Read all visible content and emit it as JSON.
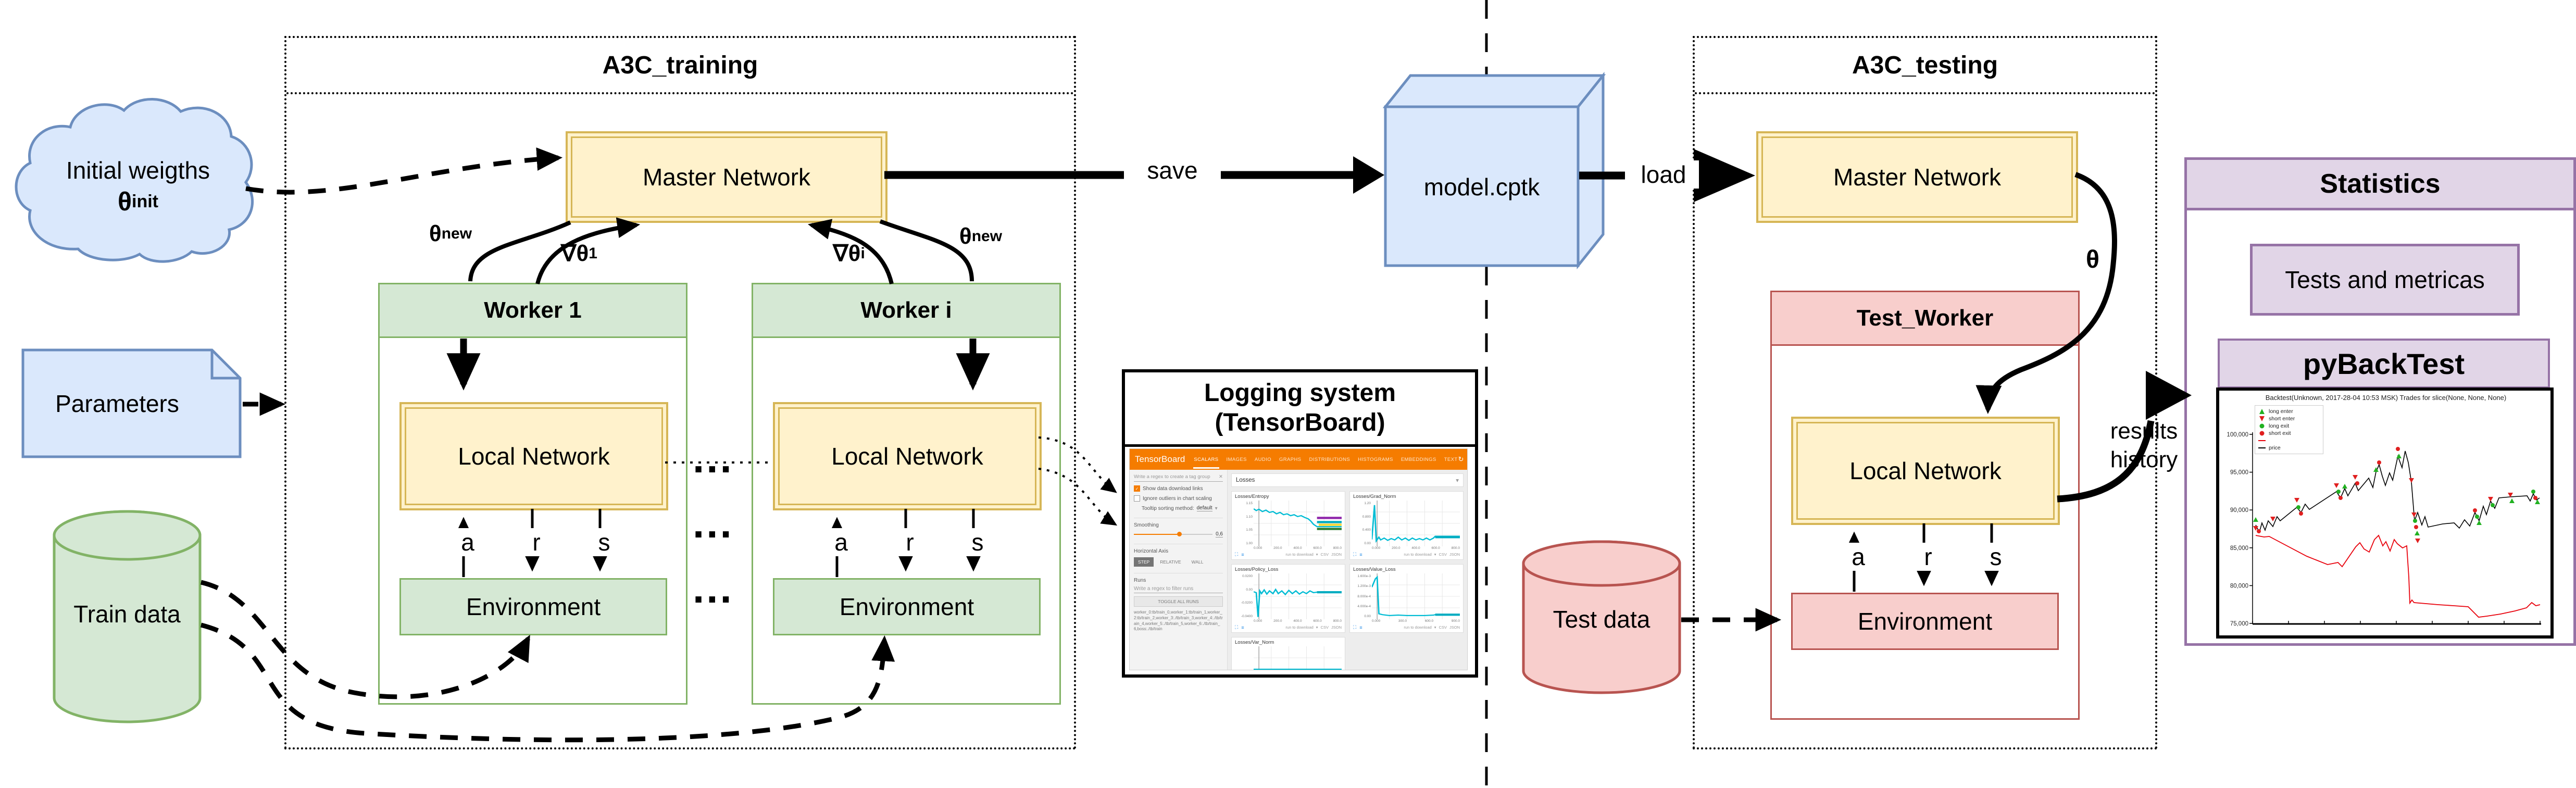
{
  "shapes": {
    "cloud": {
      "line1": "Initial weigths",
      "theta": "θ",
      "theta_sub": "init"
    },
    "parameters": {
      "label": "Parameters"
    },
    "train_data": {
      "label": "Train data"
    },
    "test_data": {
      "label": "Test data"
    },
    "model_file": {
      "label": "model.cptk"
    },
    "save_label": "save",
    "load_label": "load"
  },
  "training": {
    "title": "A3C_training",
    "master": "Master Network",
    "theta_new": {
      "base": "θ",
      "sub": "new"
    },
    "grad1": {
      "base": "∇θ",
      "sub": "1"
    },
    "gradi": {
      "base": "∇θ",
      "sub": "i"
    },
    "dots": "...",
    "ars": {
      "a": "a",
      "r": "r",
      "s": "s"
    },
    "workers": [
      {
        "title": "Worker 1",
        "local": "Local Network",
        "env": "Environment"
      },
      {
        "title": "Worker i",
        "local": "Local Network",
        "env": "Environment"
      }
    ]
  },
  "testing": {
    "title": "A3C_testing",
    "master": "Master Network",
    "theta": "θ",
    "worker": {
      "title": "Test_Worker",
      "local": "Local Network",
      "env": "Environment"
    },
    "results_line1": "results",
    "results_line2": "history"
  },
  "logging": {
    "title_line1": "Logging system",
    "title_line2": "(TensorBoard)",
    "tensorboard": {
      "brand": "TensorBoard",
      "tabs": [
        "SCALARS",
        "IMAGES",
        "AUDIO",
        "GRAPHS",
        "DISTRIBUTIONS",
        "HISTOGRAMS",
        "EMBEDDINGS",
        "TEXT"
      ],
      "icons": [
        "↻",
        "⚙",
        "?"
      ],
      "sidebar": {
        "regex_placeholder": "Write a regex to create a tag group",
        "clear_icon": "✕",
        "check1": "Show data download links",
        "check1_state": "checked",
        "check2": "Ignore outliers in chart scaling",
        "check2_state": "unchecked",
        "tooltip_label": "Tooltip sorting method:",
        "tooltip_value": "default",
        "dropdown_icon": "▾",
        "smoothing_label": "Smoothing",
        "smoothing_value": "0,6",
        "axis_label": "Horizontal Axis",
        "axis_buttons": [
          "STEP",
          "RELATIVE",
          "WALL"
        ],
        "runs_label": "Runs",
        "runs_placeholder": "Write a regex to filter runs",
        "toggle_button": "TOGGLE ALL RUNS",
        "runs_list": "worker_0:tb/train_0,worker_1:tb/train_1,worker_2:tb/train_2,worker_3:./tb/train_3,worker_4:./tb/train_4,worker_5:./tb/train_5,worker_6:./tb/train_6,boss:./tb/train"
      },
      "main": {
        "group_title": "Losses",
        "expand_icon": "▾",
        "download_label": "run to download",
        "csv": "CSV",
        "json": "JSON"
      }
    }
  },
  "statistics": {
    "title": "Statistics",
    "tests_label": "Tests and metricas",
    "pybacktest_title": "pyBackTest"
  },
  "chart_data": [
    {
      "id": "tensorboard_losses",
      "type": "line",
      "cards": [
        {
          "title": "Losses/Entropy",
          "yticks": [
            "1.15",
            "1.10",
            "1.05",
            "1.00"
          ],
          "xticks": [
            "0.000",
            "200.0",
            "400.0",
            "600.0",
            "800.0"
          ],
          "series": [
            [
              0,
              18
            ],
            [
              3,
              22
            ],
            [
              6,
              19
            ],
            [
              10,
              24
            ],
            [
              14,
              21
            ],
            [
              18,
              26
            ],
            [
              22,
              24
            ],
            [
              26,
              29
            ],
            [
              30,
              26
            ],
            [
              34,
              31
            ],
            [
              38,
              29
            ],
            [
              42,
              33
            ],
            [
              46,
              31
            ],
            [
              50,
              35
            ],
            [
              54,
              33
            ],
            [
              58,
              37
            ],
            [
              62,
              40
            ],
            [
              65,
              45
            ],
            [
              68,
              52
            ],
            [
              72,
              57
            ],
            [
              100,
              57
            ]
          ],
          "flags": [
            {
              "c": "#8E24AA",
              "y": 38,
              "x0": 72,
              "x1": 100
            },
            {
              "c": "#00ACC1",
              "y": 47,
              "x0": 72,
              "x1": 100
            },
            {
              "c": "#FDD835",
              "y": 53,
              "x0": 74,
              "x1": 100
            },
            {
              "c": "#2E7D32",
              "y": 62,
              "x0": 72,
              "x1": 100
            }
          ]
        },
        {
          "title": "Losses/Grad_Norm",
          "yticks": [
            "1.20",
            "0.800",
            "0.400",
            "0.00"
          ],
          "xticks": [
            "0.000",
            "200.0",
            "400.0",
            "600.0",
            "800.0"
          ],
          "series": [
            [
              0,
              85
            ],
            [
              3,
              10
            ],
            [
              5,
              88
            ],
            [
              8,
              80
            ],
            [
              10,
              86
            ],
            [
              14,
              82
            ],
            [
              18,
              87
            ],
            [
              22,
              83
            ],
            [
              26,
              86
            ],
            [
              30,
              80
            ],
            [
              34,
              86
            ],
            [
              38,
              82
            ],
            [
              42,
              87
            ],
            [
              46,
              82
            ],
            [
              50,
              86
            ],
            [
              54,
              83
            ],
            [
              58,
              86
            ],
            [
              62,
              82
            ],
            [
              66,
              86
            ],
            [
              70,
              82
            ],
            [
              72,
              78
            ],
            [
              100,
              78
            ]
          ],
          "flags": [
            {
              "c": "#00ACC1",
              "y": 80,
              "x0": 72,
              "x1": 100
            }
          ]
        },
        {
          "title": "Losses/Policy_Loss",
          "yticks": [
            "0.0200",
            "0.00",
            "-0.0200",
            "-0.0400"
          ],
          "xticks": [
            "0.000",
            "200.0",
            "400.0",
            "600.0",
            "800.0"
          ],
          "series": [
            [
              0,
              40
            ],
            [
              3,
              42
            ],
            [
              5,
              95
            ],
            [
              7,
              38
            ],
            [
              9,
              44
            ],
            [
              12,
              36
            ],
            [
              15,
              45
            ],
            [
              18,
              38
            ],
            [
              22,
              44
            ],
            [
              25,
              35
            ],
            [
              28,
              44
            ],
            [
              32,
              38
            ],
            [
              36,
              46
            ],
            [
              40,
              37
            ],
            [
              44,
              44
            ],
            [
              48,
              38
            ],
            [
              52,
              45
            ],
            [
              56,
              40
            ],
            [
              60,
              44
            ],
            [
              64,
              38
            ],
            [
              68,
              42
            ],
            [
              72,
              41
            ],
            [
              100,
              41
            ]
          ],
          "flags": [
            {
              "c": "#00ACC1",
              "y": 41,
              "x0": 72,
              "x1": 100
            }
          ]
        },
        {
          "title": "Losses/Value_Loss",
          "yticks": [
            "1.600e-3",
            "1.200e-3",
            "8.000e-4",
            "4.000e-4",
            "0.00"
          ],
          "xticks": [
            "0.000",
            "300.0",
            "600.0",
            "900.0"
          ],
          "series": [
            [
              0,
              30
            ],
            [
              4,
              12
            ],
            [
              6,
              8
            ],
            [
              8,
              88
            ],
            [
              12,
              90
            ],
            [
              20,
              92
            ],
            [
              30,
              91
            ],
            [
              40,
              92
            ],
            [
              50,
              92
            ],
            [
              60,
              92
            ],
            [
              70,
              91
            ],
            [
              72,
              90
            ],
            [
              100,
              90
            ]
          ],
          "flags": [
            {
              "c": "#00ACC1",
              "y": 90,
              "x0": 72,
              "x1": 100
            }
          ]
        },
        {
          "title": "Losses/Var_Norm",
          "yticks": [],
          "xticks": [],
          "series": [
            [
              0,
              50
            ],
            [
              100,
              50
            ]
          ],
          "flags": [],
          "partial": true
        }
      ]
    },
    {
      "id": "pybacktest",
      "type": "line",
      "title": "Backtest(Unknown, 2017-28-04 10:53 MSK) Trades for slice(None, None, None)",
      "legend": [
        {
          "glyph": "tri-up",
          "color": "#21b121",
          "label": "long enter"
        },
        {
          "glyph": "tri-down",
          "color": "#e01f1f",
          "label": "short enter"
        },
        {
          "glyph": "dot",
          "color": "#21b121",
          "label": "long exit"
        },
        {
          "glyph": "dot",
          "color": "#e01f1f",
          "label": "short exit"
        },
        {
          "glyph": "line",
          "color": "#e8000b",
          "label": ""
        },
        {
          "glyph": "line",
          "color": "#000000",
          "label": "price"
        }
      ],
      "yticks": [
        "100,000",
        "95,000",
        "90,000",
        "85,000",
        "80,000",
        "75,000"
      ],
      "price": [
        [
          70,
          258
        ],
        [
          77,
          272
        ],
        [
          82,
          254
        ],
        [
          88,
          268
        ],
        [
          94,
          250
        ],
        [
          103,
          261
        ],
        [
          111,
          242
        ],
        [
          117,
          250
        ],
        [
          149,
          224
        ],
        [
          157,
          234
        ],
        [
          165,
          218
        ],
        [
          173,
          228
        ],
        [
          225,
          194
        ],
        [
          233,
          206
        ],
        [
          241,
          188
        ],
        [
          247,
          202
        ],
        [
          261,
          178
        ],
        [
          267,
          192
        ],
        [
          287,
          168
        ],
        [
          295,
          186
        ],
        [
          301,
          156
        ],
        [
          307,
          142
        ],
        [
          313,
          164
        ],
        [
          319,
          182
        ],
        [
          327,
          158
        ],
        [
          333,
          172
        ],
        [
          343,
          126
        ],
        [
          351,
          148
        ],
        [
          357,
          116
        ],
        [
          363,
          138
        ],
        [
          369,
          176
        ],
        [
          375,
          250
        ],
        [
          381,
          234
        ],
        [
          389,
          258
        ],
        [
          395,
          242
        ],
        [
          401,
          262
        ],
        [
          429,
          256
        ],
        [
          451,
          254
        ],
        [
          461,
          264
        ],
        [
          471,
          248
        ],
        [
          481,
          260
        ],
        [
          491,
          234
        ],
        [
          499,
          250
        ],
        [
          507,
          222
        ],
        [
          513,
          238
        ],
        [
          521,
          212
        ],
        [
          529,
          226
        ],
        [
          537,
          206
        ],
        [
          559,
          204
        ],
        [
          591,
          202
        ],
        [
          597,
          212
        ],
        [
          603,
          198
        ],
        [
          609,
          210
        ],
        [
          615,
          206
        ]
      ],
      "equity": [
        [
          70,
          278
        ],
        [
          86,
          281
        ],
        [
          96,
          280
        ],
        [
          130,
          298
        ],
        [
          168,
          318
        ],
        [
          208,
          334
        ],
        [
          228,
          330
        ],
        [
          236,
          338
        ],
        [
          262,
          300
        ],
        [
          270,
          292
        ],
        [
          278,
          304
        ],
        [
          288,
          310
        ],
        [
          298,
          286
        ],
        [
          306,
          278
        ],
        [
          314,
          298
        ],
        [
          320,
          290
        ],
        [
          328,
          308
        ],
        [
          336,
          286
        ],
        [
          342,
          294
        ],
        [
          352,
          302
        ],
        [
          360,
          298
        ],
        [
          364,
          358
        ],
        [
          366,
          408
        ],
        [
          370,
          402
        ],
        [
          374,
          407
        ],
        [
          420,
          411
        ],
        [
          450,
          413
        ],
        [
          478,
          415
        ],
        [
          498,
          435
        ],
        [
          514,
          433
        ],
        [
          540,
          429
        ],
        [
          568,
          423
        ],
        [
          590,
          417
        ],
        [
          600,
          407
        ],
        [
          608,
          413
        ],
        [
          616,
          411
        ]
      ],
      "markers": [
        [
          70,
          248,
          "lu"
        ],
        [
          70,
          264,
          "sd"
        ],
        [
          76,
          270,
          "se"
        ],
        [
          103,
          246,
          "sd"
        ],
        [
          149,
          210,
          "sd"
        ],
        [
          152,
          224,
          "le"
        ],
        [
          157,
          236,
          "se"
        ],
        [
          225,
          182,
          "sd"
        ],
        [
          229,
          194,
          "le"
        ],
        [
          233,
          206,
          "se"
        ],
        [
          241,
          184,
          "lu"
        ],
        [
          261,
          166,
          "sd"
        ],
        [
          265,
          178,
          "se"
        ],
        [
          301,
          152,
          "lu"
        ],
        [
          307,
          138,
          "se"
        ],
        [
          343,
          112,
          "se"
        ],
        [
          345,
          126,
          "lu"
        ],
        [
          369,
          172,
          "sd"
        ],
        [
          374,
          238,
          "sd"
        ],
        [
          376,
          250,
          "le"
        ],
        [
          378,
          262,
          "se"
        ],
        [
          380,
          274,
          "lu"
        ],
        [
          381,
          288,
          "sd"
        ],
        [
          491,
          230,
          "se"
        ],
        [
          495,
          242,
          "le"
        ],
        [
          499,
          254,
          "lu"
        ],
        [
          521,
          208,
          "sd"
        ],
        [
          525,
          220,
          "le"
        ],
        [
          559,
          200,
          "sd"
        ],
        [
          562,
          212,
          "lu"
        ],
        [
          603,
          194,
          "le"
        ],
        [
          607,
          206,
          "se"
        ],
        [
          611,
          214,
          "lu"
        ]
      ]
    }
  ]
}
